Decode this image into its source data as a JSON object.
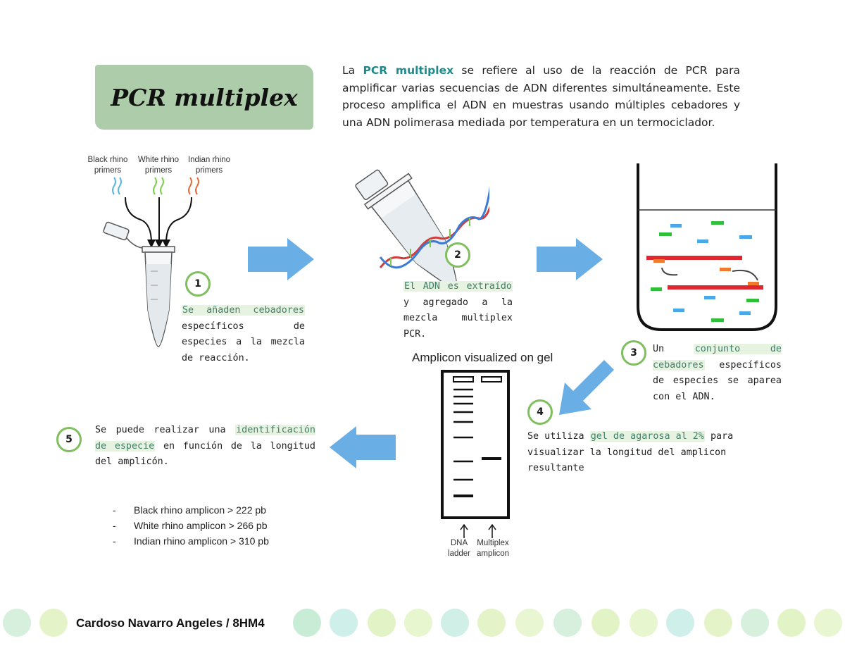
{
  "title": "PCR multiplex",
  "intro": {
    "prefix": "La ",
    "highlight": "PCR multiplex",
    "rest": " se refiere al uso de la reacción de PCR para amplificar varias secuencias de ADN diferentes simultáneamente. Este proceso amplifica el ADN en muestras usando múltiples cebadores y una ADN polimerasa mediada por temperatura en un termociclador."
  },
  "primers": {
    "black": "Black rhino primers",
    "white": "White rhino primers",
    "indian": "Indian rhino primers"
  },
  "steps": [
    {
      "num": "1",
      "hl": "Se añaden cebadores",
      "rest": " específicos de especies a la mezcla de reacción."
    },
    {
      "num": "2",
      "hl": "El ADN es extraído",
      "rest": " y agregado a la mezcla multiplex PCR."
    },
    {
      "num": "3",
      "pre": "Un ",
      "hl": "conjunto de cebadores",
      "rest": " específicos de especies se aparea con el ADN."
    },
    {
      "num": "4",
      "pre": "Se utiliza ",
      "hl": "gel de agarosa al 2%",
      "rest": " para visualizar la longitud del amplicon resultante"
    },
    {
      "num": "5",
      "pre": "Se puede realizar una ",
      "hl": "identificación de especie",
      "rest": " en función de la longitud del amplicón."
    }
  ],
  "gel": {
    "title": "Amplicon visualized on gel",
    "lane1": "DNA ladder",
    "lane2": "Multiplex amplicon"
  },
  "amplicons": [
    "Black rhino amplicon > 222 pb",
    "White rhino amplicon > 266 pb",
    "Indian rhino amplicon > 310 pb"
  ],
  "list_marker": "-",
  "author": "Cardoso Navarro Angeles / 8HM4",
  "colors": {
    "title_bg": "#a9c9a4",
    "accent_teal": "#1f8a8a",
    "step_circle": "#7fbf5f",
    "arrow_blue": "#6aaee6",
    "primer_black": "#5ab4e0",
    "primer_white": "#7ccf4a",
    "primer_indian": "#e86a3a"
  }
}
